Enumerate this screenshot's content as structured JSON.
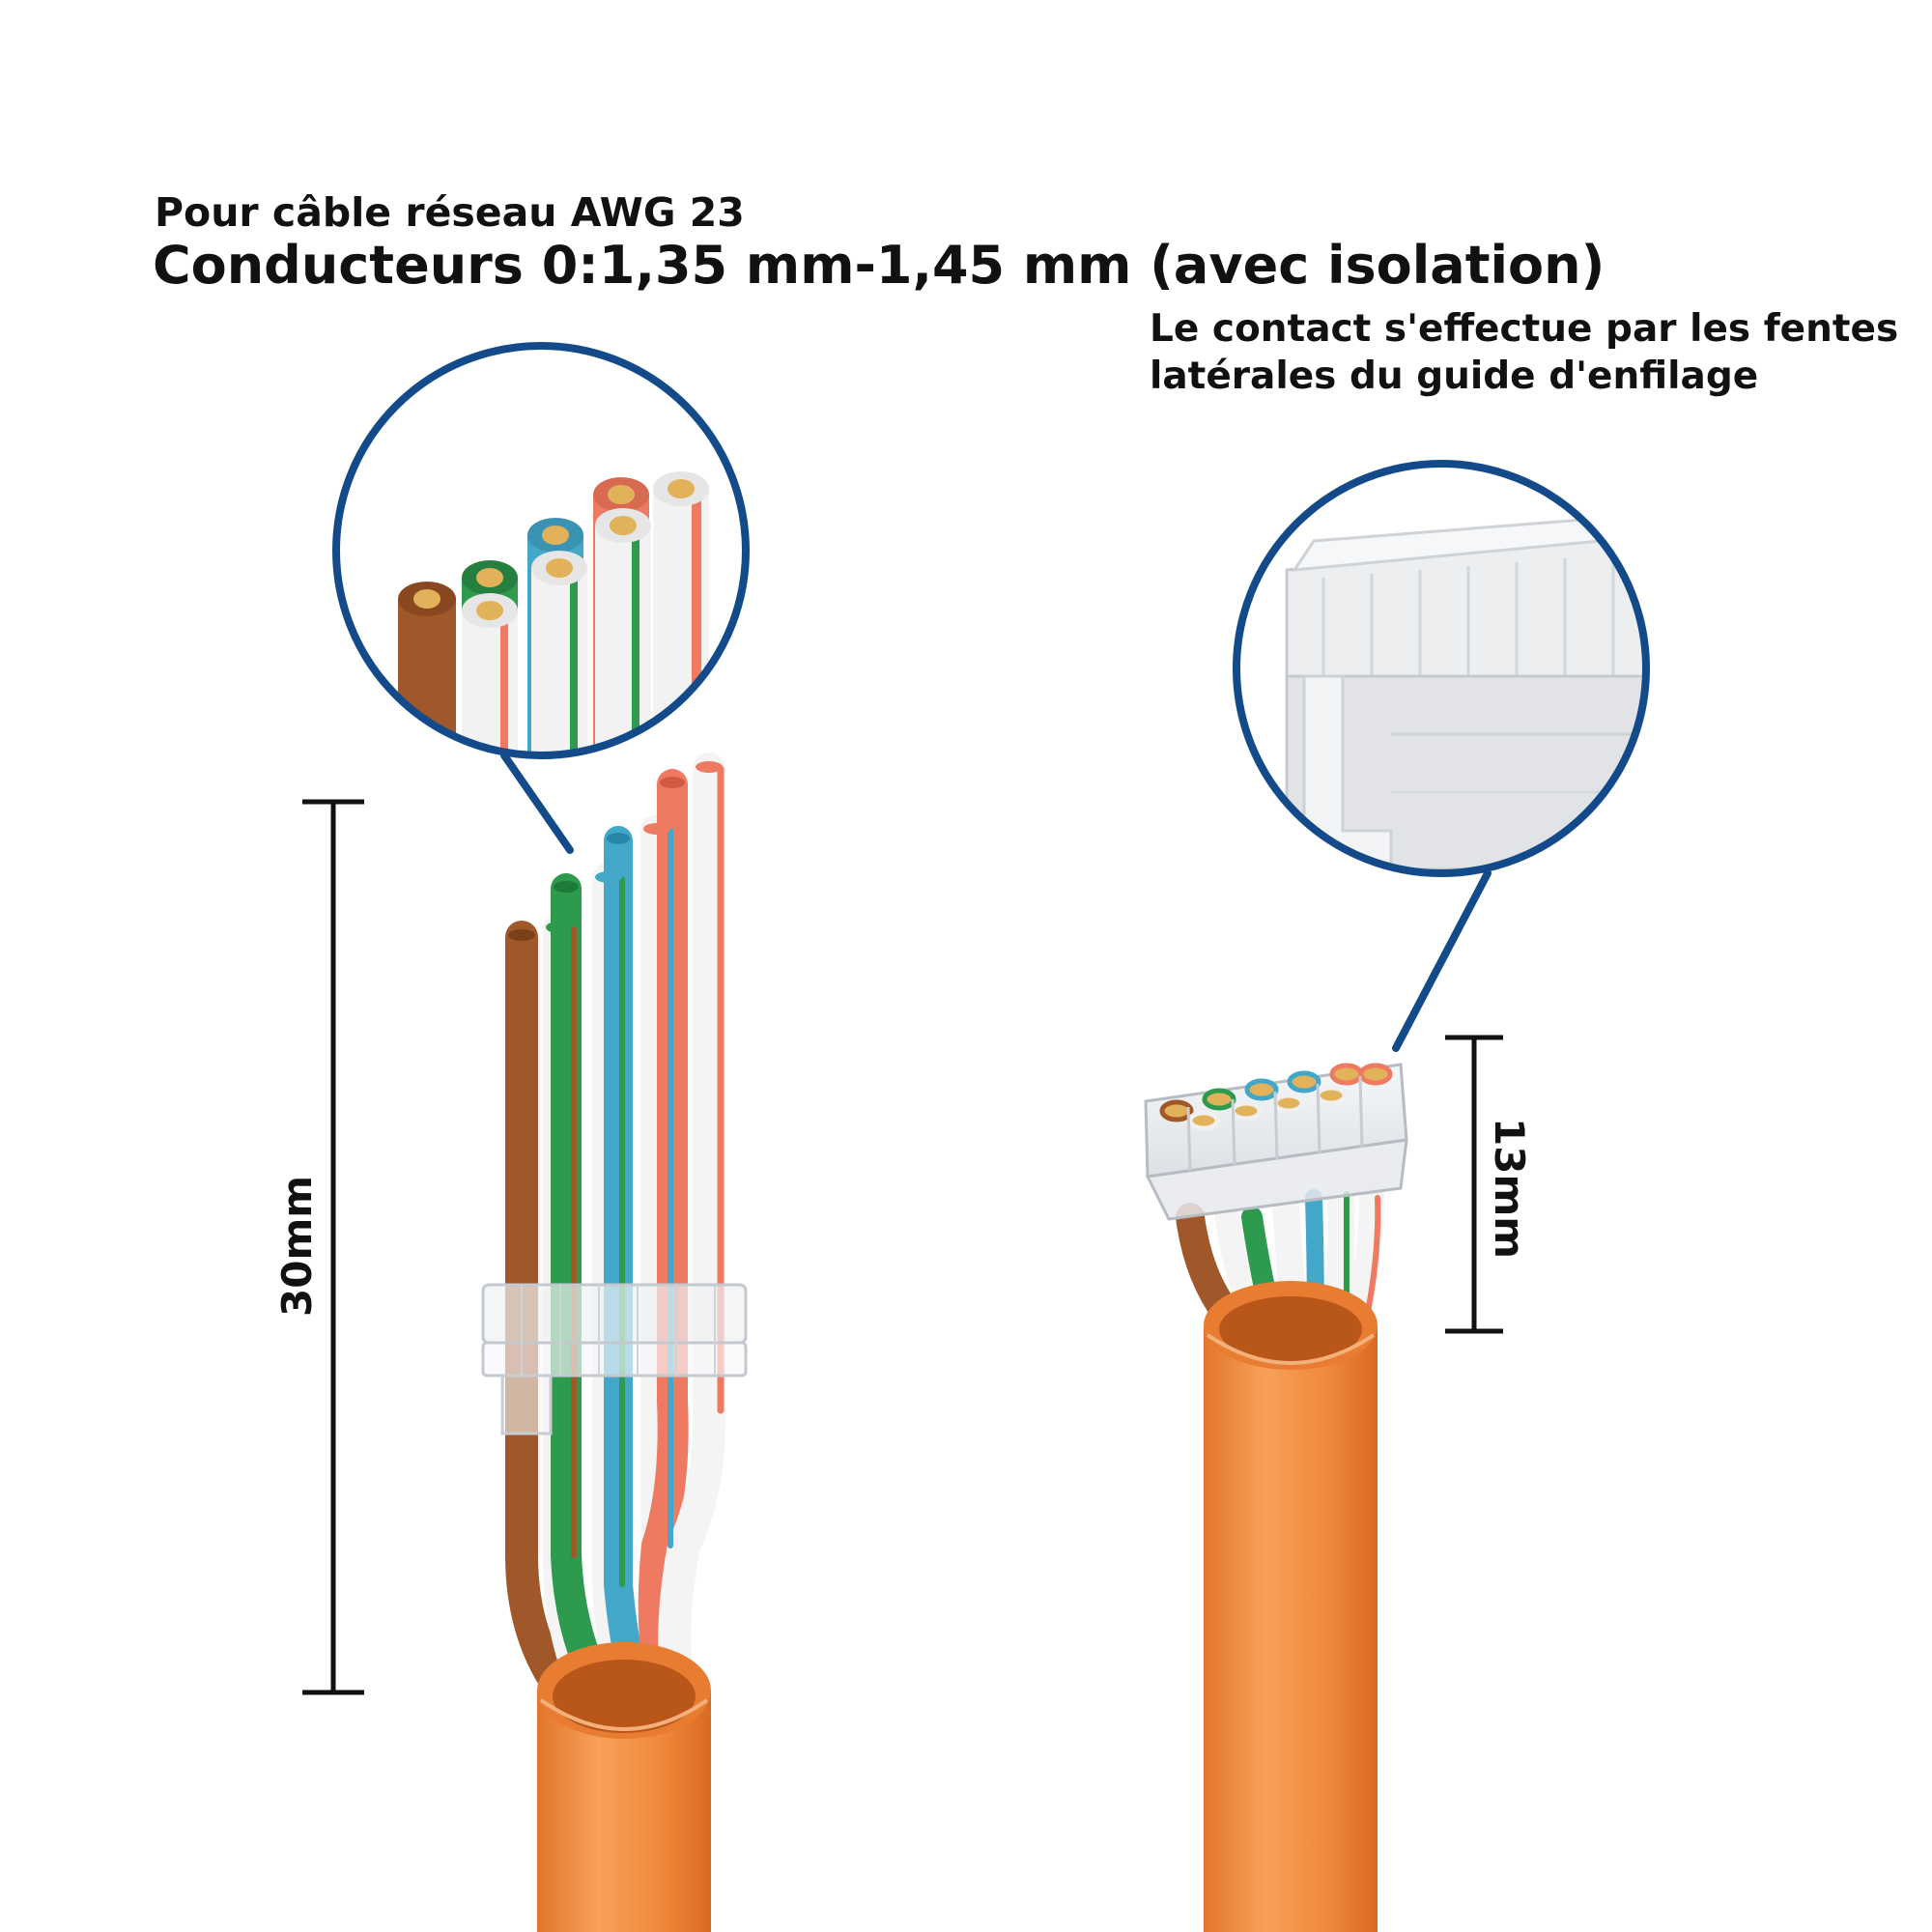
{
  "header": {
    "subtitle": "Pour câble réseau AWG 23",
    "title": "Conducteurs 0:1,35 mm-1,45 mm (avec isolation)"
  },
  "note": {
    "line1": "Le contact s'effectue par les fentes",
    "line2": "latérales du guide d'enfilage"
  },
  "dimensions": {
    "left": "30mm",
    "right": "13mm"
  },
  "colors": {
    "cable_jacket": "#f08a3c",
    "callout_ring": "#124a8a",
    "wire_brown": "#a0582a",
    "wire_green": "#2e9a4e",
    "wire_blue": "#43a7c9",
    "wire_orange": "#ee7a62",
    "wire_white": "#f4f4f4",
    "copper_core": "#e2b25a"
  }
}
